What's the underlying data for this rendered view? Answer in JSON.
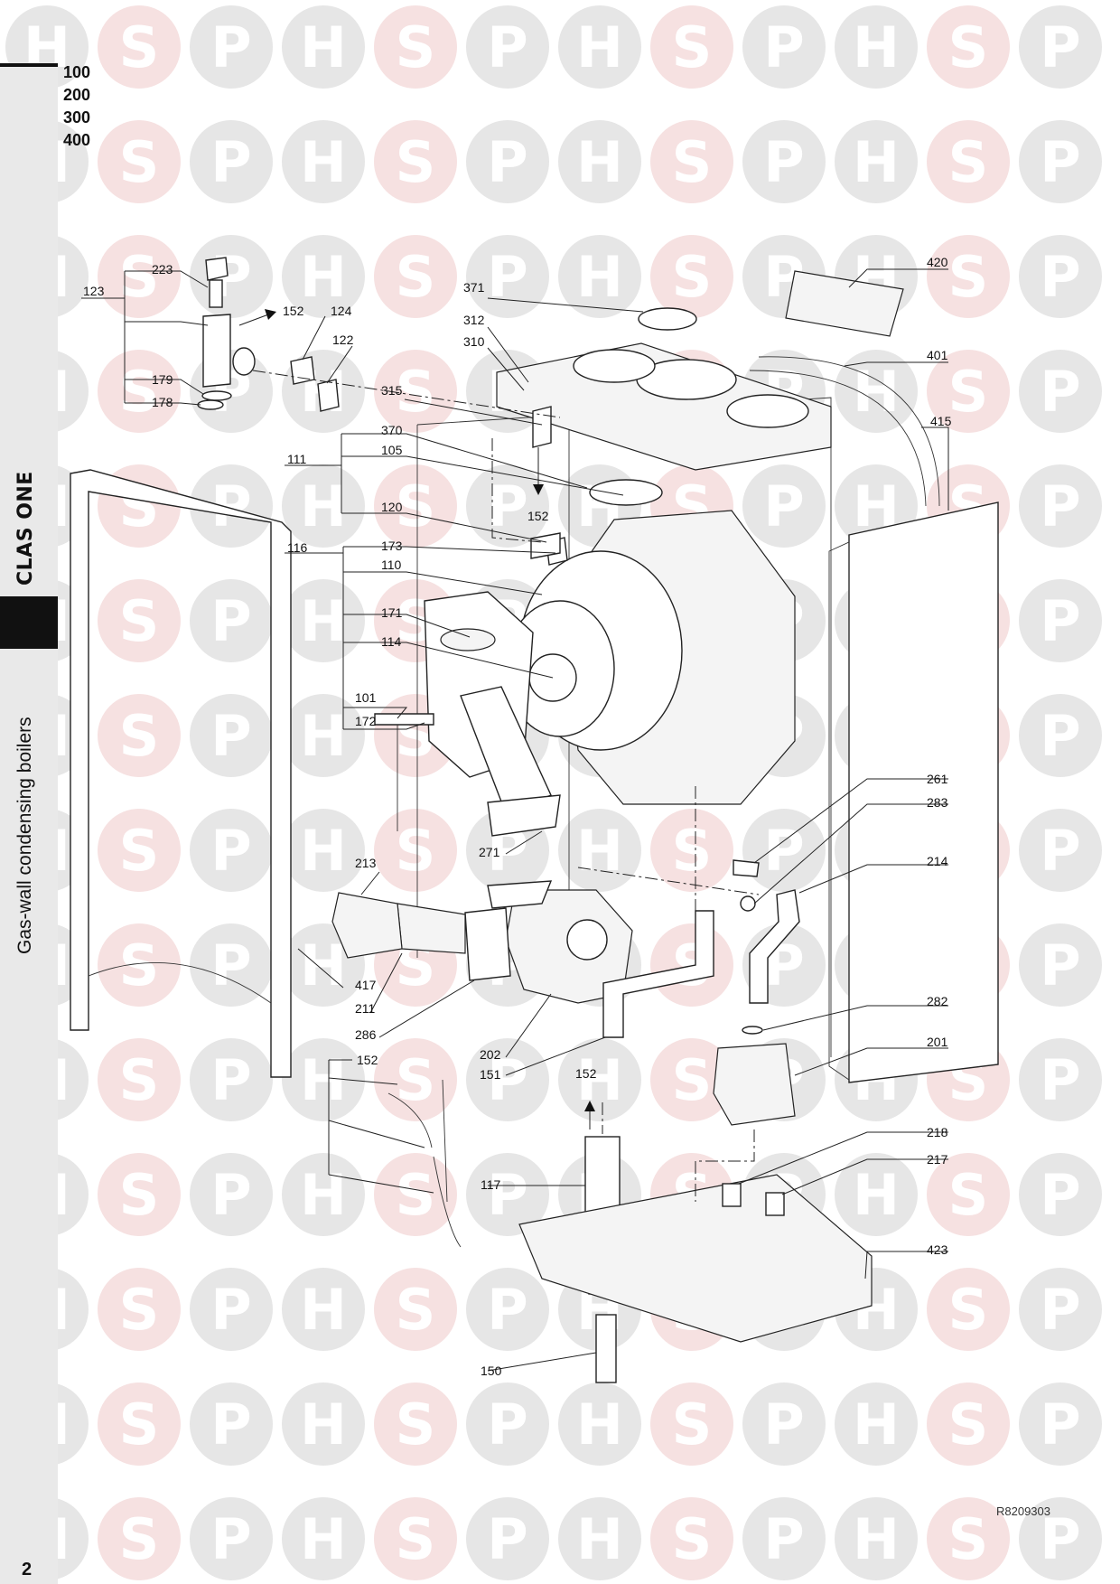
{
  "watermark": {
    "letters": [
      "H",
      "S",
      "P"
    ],
    "colors": {
      "gray": "#e6e6e6",
      "pink": "#f6e1e1"
    }
  },
  "header": {
    "models": [
      "100",
      "200",
      "300",
      "400"
    ]
  },
  "sidebar": {
    "brand": "CLAS ONE",
    "category": "Gas-wall condensing boilers"
  },
  "footer": {
    "reference": "R8209303",
    "page_number": "2"
  },
  "callouts": [
    "223",
    "123",
    "152",
    "124",
    "122",
    "179",
    "178",
    "371",
    "312",
    "310",
    "420",
    "401",
    "315",
    "415",
    "370",
    "105",
    "111",
    "152",
    "120",
    "116",
    "173",
    "110",
    "171",
    "114",
    "101",
    "172",
    "271",
    "261",
    "283",
    "214",
    "213",
    "417",
    "211",
    "286",
    "202",
    "151",
    "282",
    "201",
    "152",
    "152",
    "117",
    "218",
    "217",
    "423",
    "150"
  ]
}
